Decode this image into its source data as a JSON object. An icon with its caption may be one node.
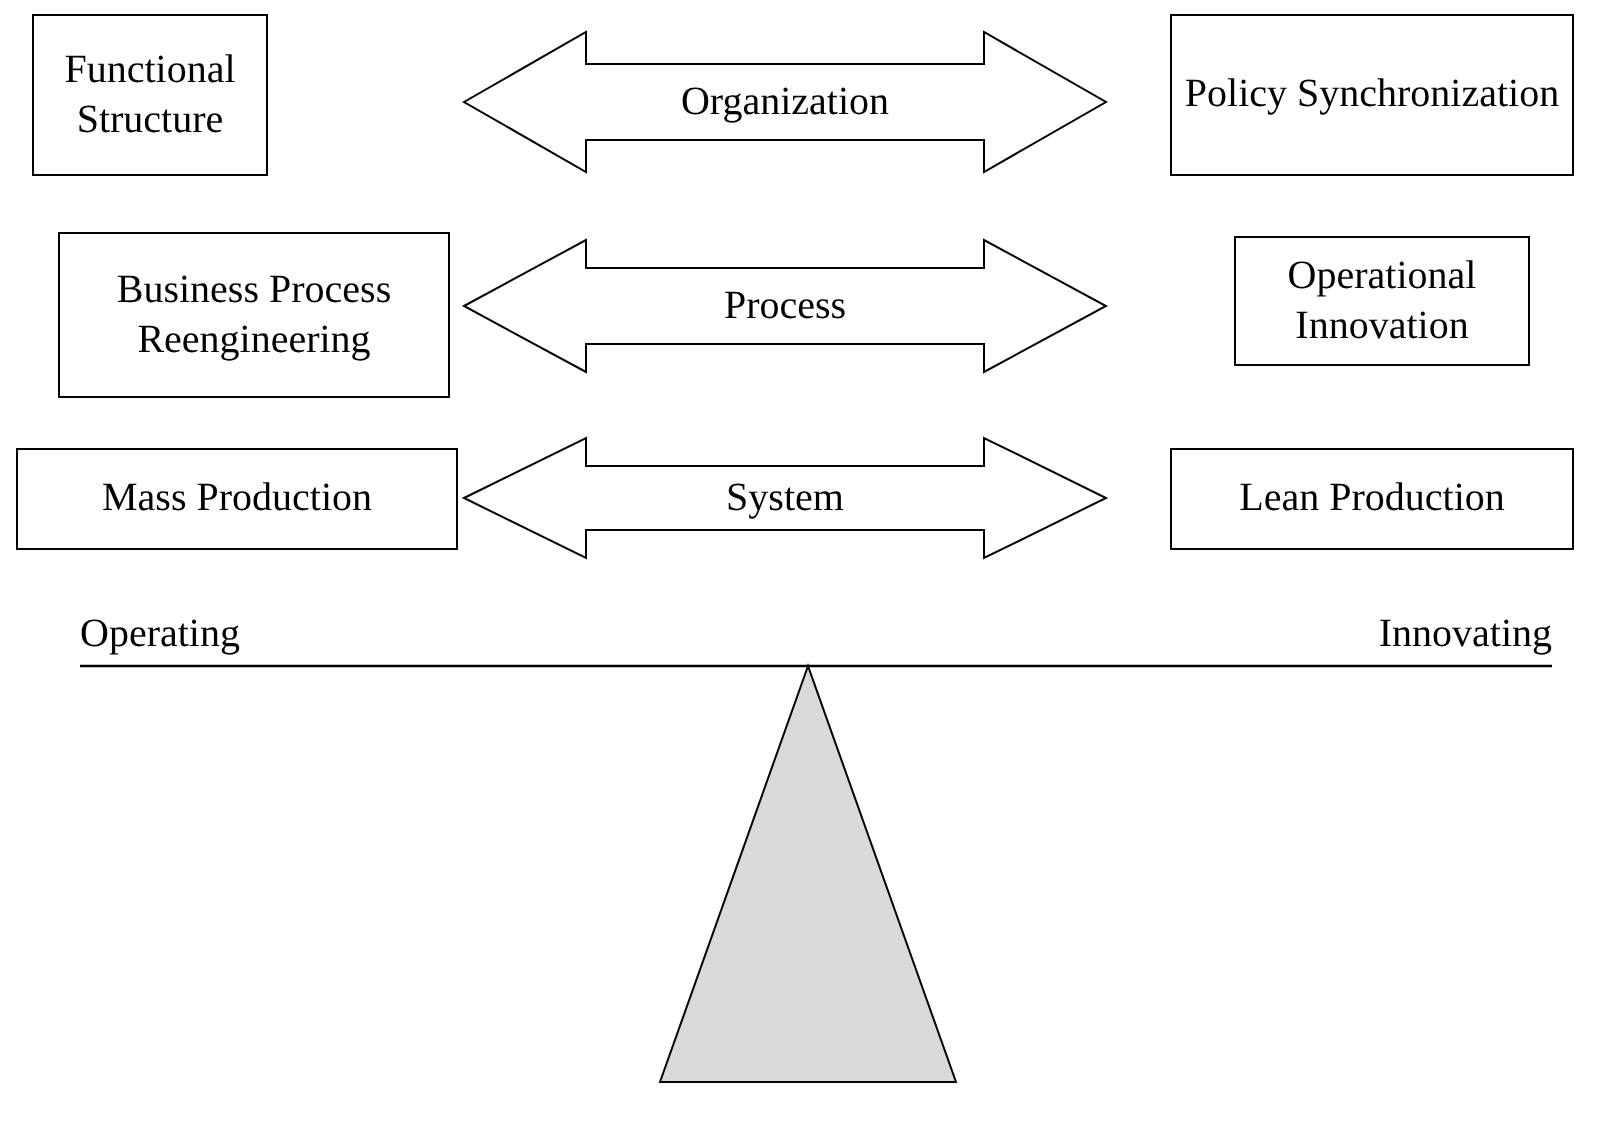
{
  "diagram": {
    "nodes": [
      {
        "text": [
          "Functional Structure"
        ]
      },
      {
        "text": [
          "Policy Synchronization"
        ]
      },
      {
        "text": [
          "Business Process Reengineering"
        ]
      },
      {
        "text": [
          "Operational Innovation"
        ]
      },
      {
        "text": [
          "Mass Production"
        ]
      },
      {
        "text": [
          "Lean Production"
        ]
      }
    ],
    "edges": [
      {
        "from": 0,
        "to": 1,
        "arrow": "both",
        "label": "Organization"
      },
      {
        "from": 2,
        "to": 3,
        "arrow": "both",
        "label": "Process"
      },
      {
        "from": 4,
        "to": 5,
        "arrow": "both",
        "label": "System"
      }
    ],
    "labels": [
      "Operating",
      "Innovating"
    ]
  }
}
